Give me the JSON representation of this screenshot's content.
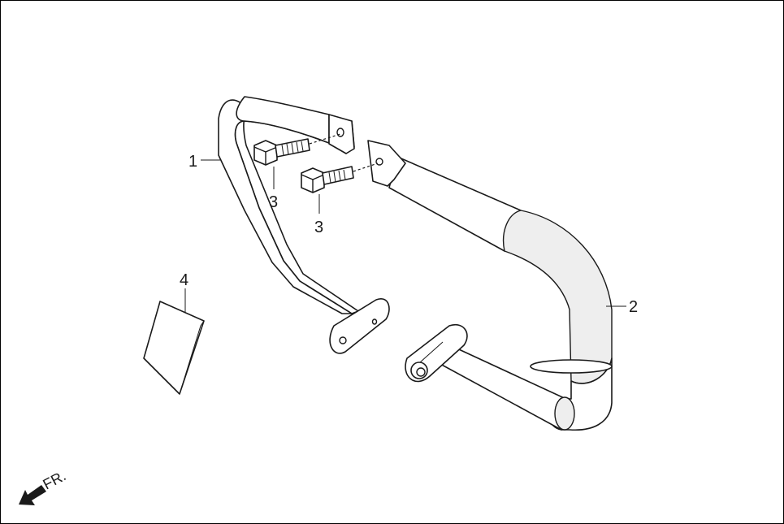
{
  "callouts": [
    {
      "id": "1",
      "label": "1"
    },
    {
      "id": "2",
      "label": "2"
    },
    {
      "id": "3a",
      "label": "3"
    },
    {
      "id": "3b",
      "label": "3"
    },
    {
      "id": "4",
      "label": "4"
    }
  ],
  "direction": {
    "label": "FR.",
    "icon": "front-direction-arrow-icon"
  },
  "colors": {
    "line": "#1a1a1a",
    "background": "#ffffff",
    "shade": "#eeeeee"
  }
}
